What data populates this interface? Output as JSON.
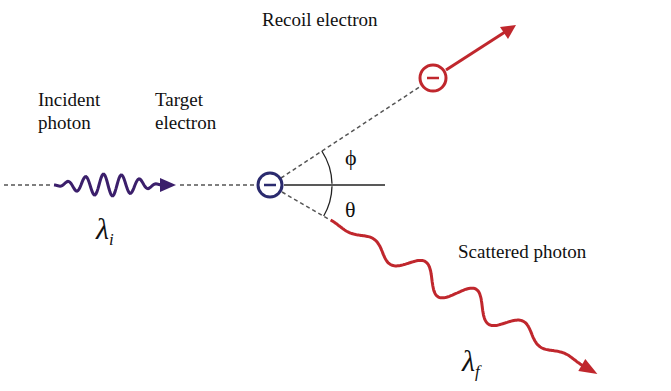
{
  "diagram": {
    "labels": [
      "Recoil electron",
      "Incident photon",
      "Target electron",
      "ϕ",
      "θ",
      "λi",
      "Scattered photon",
      "λf"
    ]
  }
}
